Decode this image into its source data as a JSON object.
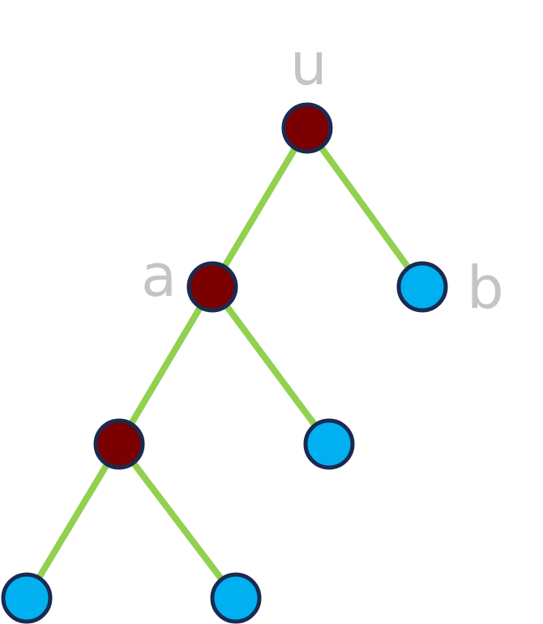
{
  "labels": {
    "u": "u",
    "a": "a",
    "b": "b"
  },
  "colors": {
    "edge": "#92d050",
    "internal": "#7b0000",
    "leaf": "#00b0f0",
    "stroke": "#1a2a50",
    "label": "#c4c4c4"
  }
}
